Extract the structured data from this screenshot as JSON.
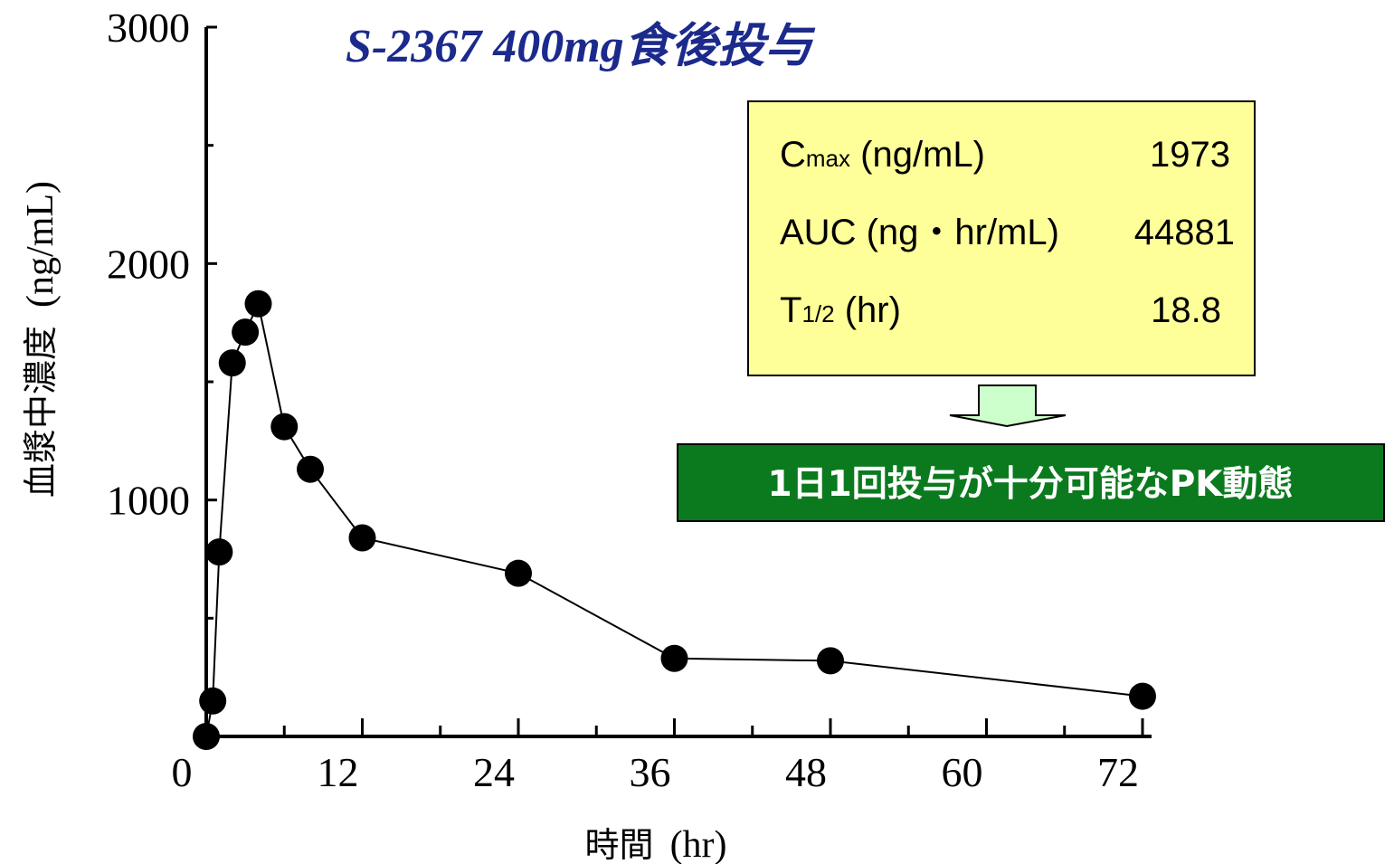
{
  "chart_data": {
    "type": "scatter",
    "title": "S-2367 400mg食後投与",
    "xlabel": "時間",
    "xlabel_unit": "(hr)",
    "ylabel": "血漿中濃度",
    "ylabel_unit": "(ng/mL)",
    "xlim": [
      0,
      72
    ],
    "ylim": [
      0,
      3000
    ],
    "x_ticks": [
      0,
      12,
      24,
      36,
      48,
      60,
      72
    ],
    "y_ticks": [
      1000,
      2000,
      3000
    ],
    "series": [
      {
        "x": [
          0,
          0.5,
          1,
          2,
          3,
          4,
          6,
          8,
          12,
          24,
          36,
          48,
          72
        ],
        "y": [
          0,
          150,
          780,
          1580,
          1710,
          1830,
          1310,
          1130,
          840,
          690,
          330,
          320,
          170
        ]
      }
    ],
    "grid": false,
    "legend": "none",
    "info_box": {
      "rows": [
        {
          "label": "C",
          "sub": "max",
          "suffix": " (ng/mL)",
          "value": "1973"
        },
        {
          "label": "AUC (ng・hr/mL)",
          "sub": "",
          "suffix": "",
          "value": "44881"
        },
        {
          "label": "T",
          "sub": "1/2",
          "suffix": " (hr)",
          "value": "18.8"
        }
      ]
    },
    "conclusion": "1日1回投与が十分可能なPK動態",
    "colors": {
      "title": "#1c2a8c",
      "info_box_fill": "#ffff99",
      "arrow_fill": "#ccffcc",
      "banner_fill": "#0b7a1e",
      "banner_text": "#ffffff",
      "markers": "#000000"
    }
  }
}
